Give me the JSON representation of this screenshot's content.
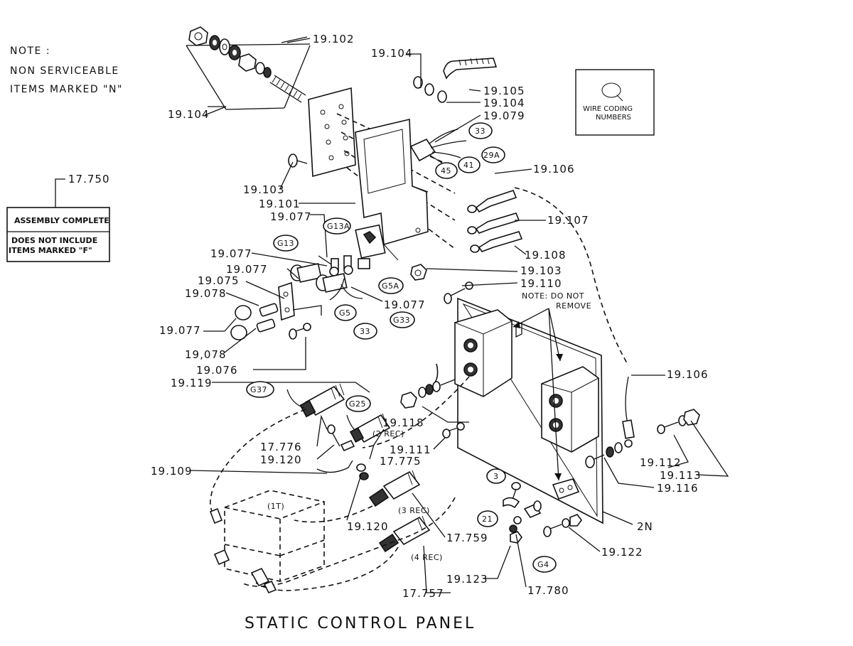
{
  "title": "STATIC CONTROL PANEL",
  "note": {
    "line1": "NOTE :",
    "line2": "NON SERVICEABLE",
    "line3": "ITEMS MARKED \"N\""
  },
  "assembly_box": {
    "ref": "17.750",
    "line1": "ASSEMBLY COMPLETE",
    "line2": "DOES NOT INCLUDE",
    "line3": "ITEMS MARKED \"F\""
  },
  "wire_coding_box": {
    "line1": "WIRE CODING",
    "line2": "NUMBERS"
  },
  "do_not_remove_note": {
    "line1": "NOTE:  DO NOT",
    "line2": "REMOVE"
  },
  "wire_codes": [
    "33",
    "29A",
    "45",
    "41",
    "G13",
    "G13A",
    "G5A",
    "G5",
    "G33",
    "33",
    "G37",
    "G25",
    "3",
    "21",
    "G4"
  ],
  "inline_labels": [
    "(2 REC)",
    "(3 REC)",
    "(4 REC)",
    "(1T)"
  ],
  "part_labels": [
    "19.102",
    "19.104",
    "19.104",
    "19.105",
    "19.104",
    "19.079",
    "19.106",
    "19.103",
    "19.101",
    "19.107",
    "19.077",
    "19.108",
    "19.077",
    "19.077",
    "19.103",
    "19.075",
    "19.110",
    "19.078",
    "19.077",
    "19.077",
    "19,078",
    "19.076",
    "19.119",
    "19.106",
    "19.118",
    "17.776",
    "19.111",
    "19.120",
    "17.775",
    "19.112",
    "19.109",
    "19.113",
    "19.116",
    "19.120",
    "17.759",
    "2N",
    "19.122",
    "19.123",
    "17.757",
    "17.780"
  ]
}
